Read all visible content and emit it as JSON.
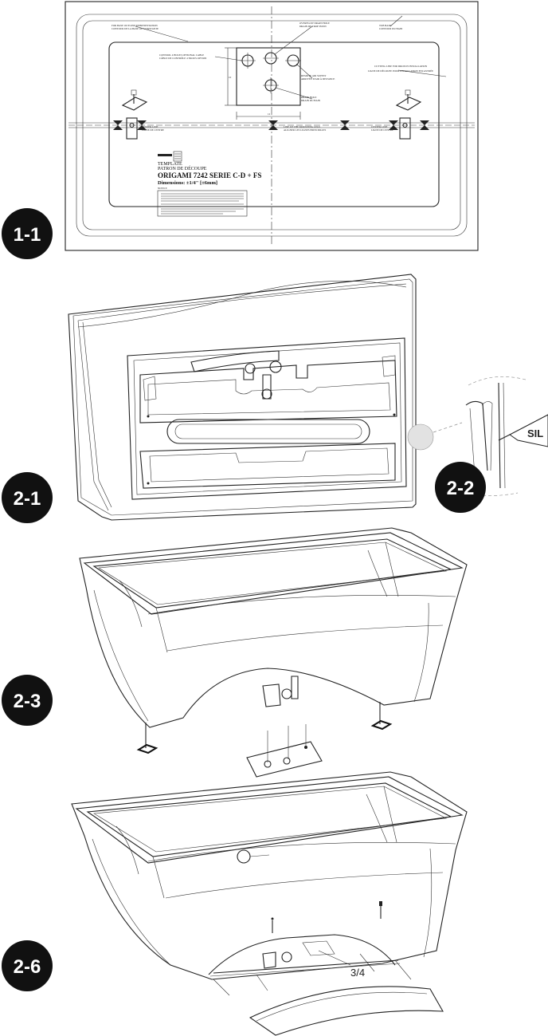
{
  "steps": {
    "s1": "1-1",
    "s2": "2-1",
    "s3": "2-2",
    "s4": "2-3",
    "s5": "2-6"
  },
  "template": {
    "label_en": "TEMPLATE",
    "label_fr": "PATRON DE DÉCOUPE",
    "model": "ORIGAMI 7242 SERIE C-D + FS",
    "dimensions": "Dimensions: ±1/4\" [±6mm]",
    "notice": "NOTICE",
    "top_outline_en": "FOR BASE OUTLINE REPRESENTATION",
    "top_outline_fr": "CONTOUR DE LA BASE OU CONSTANTE",
    "tub_outline_en": "TUB BASE",
    "tub_outline_fr": "CONTOUR DU BAIN",
    "control_en": "CONTROL 4 HOLES OPTIONAL CABLE",
    "control_fr": "CÂBLE DE CONTRÔLE 4 TROUS OPTION",
    "overflow_en": "OVERFLOW DRAIN HOLE",
    "overflow_fr": "DRAIN DE TROP PLEIN",
    "air_en": "REMOTE AIR SUPPLY",
    "air_fr": "ARRIVÉE D'AIR À DISTANCE",
    "drain_en": "DRAIN HOLE",
    "drain_fr": "DRAIN DU BAIN",
    "cutting_en": "CUTTING LINE FOR DROP-IN INSTALLATION",
    "cutting_fr": "LIGNE DE DÉCOUPE POUR INSTALLATION ENCASTRÉE",
    "center_en": "CENTER LINE",
    "center_fr": "LIGNE DE CENTRE",
    "legs_en": "LINE UP THE MOUNTING LEGS",
    "legs_fr": "ALIGNER LES LIGNES PRINCIPALES",
    "center2_en": "CENTER LINE",
    "center2_fr": "LIGNE DE CENTRE",
    "dim_v": "10",
    "dim_h": "12"
  },
  "silicone_label": "SIL",
  "fraction_label": "3/4",
  "colors": {
    "badge": "#111111",
    "line": "#222222",
    "background": "#ffffff"
  }
}
